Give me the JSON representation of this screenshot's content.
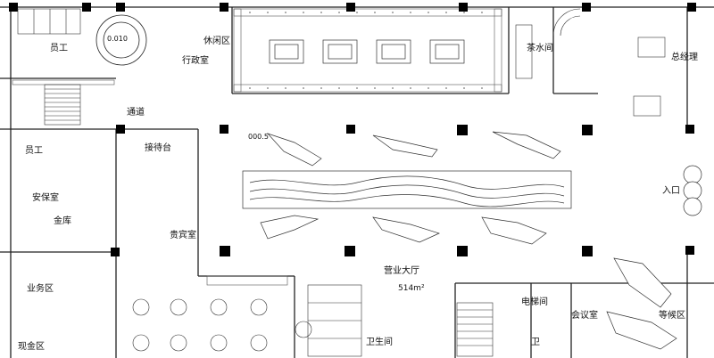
{
  "labels": {
    "storage_mid": "茶水间",
    "office_right": "总经理",
    "elevator_area": "电梯间",
    "waiting": "等候区",
    "meeting_room": "会议室",
    "entrance": "入口",
    "big_hall": "营业大厅",
    "hall_area": "514m²",
    "reception": "接待台",
    "staff": "员工",
    "vault": "金库",
    "security": "安保室",
    "admin": "行政室",
    "vip": "贵宾室",
    "aisle": "通道",
    "toilet": "卫生间",
    "toilet2": "卫",
    "lounge": "休闲区",
    "business": "业务区",
    "cash": "现金区",
    "left_top": "员工",
    "dim_a": "0.010",
    "dim_b": "000.5"
  },
  "colors": {
    "wall": "#000000",
    "line": "#333333",
    "fill": "#ffffff"
  }
}
